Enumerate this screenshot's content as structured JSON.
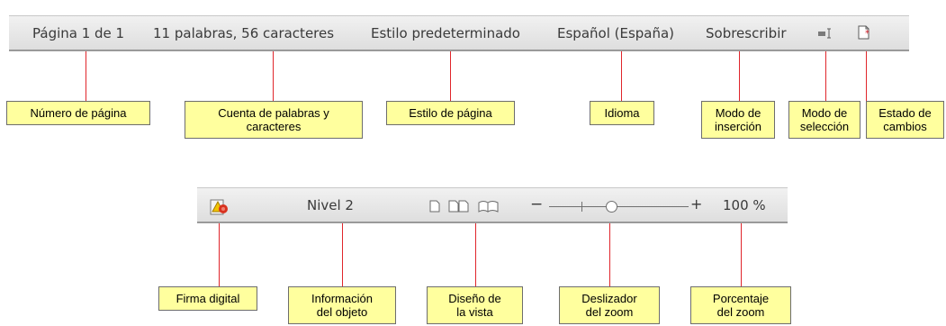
{
  "statusbar_top": {
    "page_number": "Página 1 de 1",
    "word_count": "11 palabras, 56 caracteres",
    "page_style": "Estilo predeterminado",
    "language": "Español (España)",
    "insert_mode": "Sobrescribir",
    "selection_mode_icon": "selection-mode-icon",
    "document_modified_icon": "document-modified-icon"
  },
  "statusbar_bottom": {
    "digital_signature_icon": "digital-signature-icon",
    "object_info": "Nivel 2",
    "view_layout_icons": [
      "single-page-view-icon",
      "multi-page-view-icon",
      "book-view-icon"
    ],
    "zoom_minus": "−",
    "zoom_plus": "+",
    "zoom_percent": "100 %"
  },
  "callouts_top": [
    "Número de página",
    "Cuenta de palabras y\ncaracteres",
    "Estilo de página",
    "Idioma",
    "Modo de\ninserción",
    "Modo de\nselección",
    "Estado de\ncambios"
  ],
  "callouts_bottom": [
    "Firma digital",
    "Información\ndel objeto",
    "Diseño de\nla vista",
    "Deslizador\ndel zoom",
    "Porcentaje\ndel zoom"
  ],
  "colors": {
    "callout_fill": "#ffff9e",
    "leader_line": "#e0252b",
    "statusbar": "#e6e6e6"
  }
}
